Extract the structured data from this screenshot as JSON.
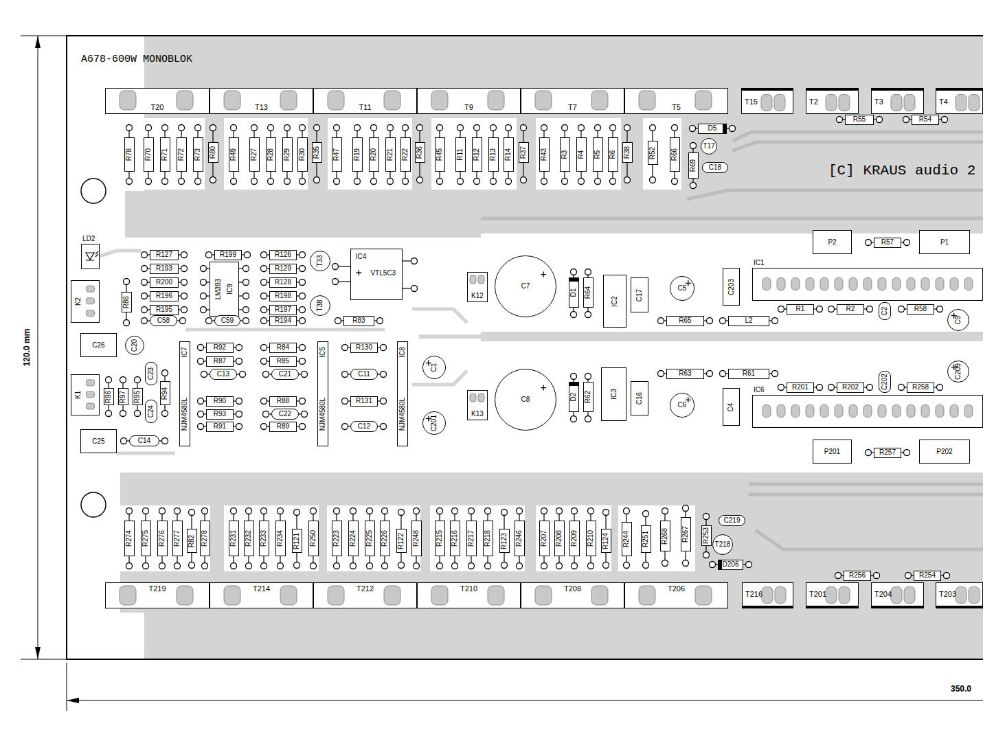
{
  "diagram": {
    "nodes": [
      {
        "text": [
          "T20"
        ]
      },
      {
        "text": [
          "T13"
        ]
      },
      {
        "text": [
          "T11"
        ]
      },
      {
        "text": [
          "T9"
        ]
      },
      {
        "text": [
          "T7"
        ]
      },
      {
        "text": [
          "T5"
        ]
      },
      {
        "text": [
          "T15"
        ]
      },
      {
        "text": [
          "T2"
        ]
      },
      {
        "text": [
          "T3"
        ]
      },
      {
        "text": [
          "T4"
        ]
      },
      {
        "text": [
          "R55"
        ]
      },
      {
        "text": [
          "R54"
        ]
      },
      {
        "text": [
          "R78"
        ]
      },
      {
        "text": [
          "R70"
        ]
      },
      {
        "text": [
          "R71"
        ]
      },
      {
        "text": [
          "R72"
        ]
      },
      {
        "text": [
          "R73"
        ]
      },
      {
        "text": [
          "R80"
        ]
      },
      {
        "text": [
          "R49"
        ]
      },
      {
        "text": [
          "R27"
        ]
      },
      {
        "text": [
          "R28"
        ]
      },
      {
        "text": [
          "R29"
        ]
      },
      {
        "text": [
          "R30"
        ]
      },
      {
        "text": [
          "R35"
        ]
      },
      {
        "text": [
          "R47"
        ]
      },
      {
        "text": [
          "R19"
        ]
      },
      {
        "text": [
          "R20"
        ]
      },
      {
        "text": [
          "R21"
        ]
      },
      {
        "text": [
          "R22"
        ]
      },
      {
        "text": [
          "R36"
        ]
      },
      {
        "text": [
          "R45"
        ]
      },
      {
        "text": [
          "R11"
        ]
      },
      {
        "text": [
          "R12"
        ]
      },
      {
        "text": [
          "R13"
        ]
      },
      {
        "text": [
          "R14"
        ]
      },
      {
        "text": [
          "R37"
        ]
      },
      {
        "text": [
          "R43"
        ]
      },
      {
        "text": [
          "R3"
        ]
      },
      {
        "text": [
          "R4"
        ]
      },
      {
        "text": [
          "R5"
        ]
      },
      {
        "text": [
          "R6"
        ]
      },
      {
        "text": [
          "R38"
        ]
      },
      {
        "text": [
          "R52"
        ]
      },
      {
        "text": [
          "R66"
        ]
      },
      {
        "text": [
          "D5"
        ]
      },
      {
        "text": [
          "T17"
        ]
      },
      {
        "text": [
          "R69"
        ]
      },
      {
        "text": [
          "C18"
        ]
      },
      {
        "text": [
          "LD2"
        ]
      },
      {
        "text": [
          "K2"
        ]
      },
      {
        "text": [
          "R127"
        ]
      },
      {
        "text": [
          "R193"
        ]
      },
      {
        "text": [
          "R200"
        ]
      },
      {
        "text": [
          "R196"
        ]
      },
      {
        "text": [
          "R195"
        ]
      },
      {
        "text": [
          "C58"
        ]
      },
      {
        "text": [
          "R199"
        ]
      },
      {
        "text": [
          "IC9",
          "LM393"
        ]
      },
      {
        "text": [
          "C59"
        ]
      },
      {
        "text": [
          "R126"
        ]
      },
      {
        "text": [
          "R129"
        ]
      },
      {
        "text": [
          "R128"
        ]
      },
      {
        "text": [
          "R198"
        ]
      },
      {
        "text": [
          "R197"
        ]
      },
      {
        "text": [
          "R194"
        ]
      },
      {
        "text": [
          "T33"
        ]
      },
      {
        "text": [
          "T38"
        ]
      },
      {
        "text": [
          "IC4",
          "VTL5C3"
        ]
      },
      {
        "text": [
          "R83"
        ]
      },
      {
        "text": [
          "K12"
        ]
      },
      {
        "text": [
          "C7"
        ]
      },
      {
        "text": [
          "D1"
        ]
      },
      {
        "text": [
          "R64"
        ]
      },
      {
        "text": [
          "IC2"
        ]
      },
      {
        "text": [
          "C17"
        ]
      },
      {
        "text": [
          "C5"
        ]
      },
      {
        "text": [
          "C203"
        ]
      },
      {
        "text": [
          "P2"
        ]
      },
      {
        "text": [
          "R57"
        ]
      },
      {
        "text": [
          "P1"
        ]
      },
      {
        "text": [
          "IC1"
        ]
      },
      {
        "text": [
          "R65"
        ]
      },
      {
        "text": [
          "L2"
        ]
      },
      {
        "text": [
          "R1"
        ]
      },
      {
        "text": [
          "R2"
        ]
      },
      {
        "text": [
          "C2"
        ]
      },
      {
        "text": [
          "R58"
        ]
      },
      {
        "text": [
          "C9"
        ]
      },
      {
        "text": [
          "R86"
        ]
      },
      {
        "text": [
          "C26"
        ]
      },
      {
        "text": [
          "C20"
        ]
      },
      {
        "text": [
          "IC7",
          "NJM4580L"
        ]
      },
      {
        "text": [
          "R92"
        ]
      },
      {
        "text": [
          "R84"
        ]
      },
      {
        "text": [
          "R87"
        ]
      },
      {
        "text": [
          "R85"
        ]
      },
      {
        "text": [
          "C13"
        ]
      },
      {
        "text": [
          "C21"
        ]
      },
      {
        "text": [
          "IC5",
          "NJM4580L"
        ]
      },
      {
        "text": [
          "R130"
        ]
      },
      {
        "text": [
          "C11"
        ]
      },
      {
        "text": [
          "IC8",
          "NJM4580L"
        ]
      },
      {
        "text": [
          "C1"
        ]
      },
      {
        "text": [
          "K1"
        ]
      },
      {
        "text": [
          "R96"
        ]
      },
      {
        "text": [
          "R97"
        ]
      },
      {
        "text": [
          "R95"
        ]
      },
      {
        "text": [
          "R94"
        ]
      },
      {
        "text": [
          "C23"
        ]
      },
      {
        "text": [
          "C24"
        ]
      },
      {
        "text": [
          "R90"
        ]
      },
      {
        "text": [
          "R88"
        ]
      },
      {
        "text": [
          "R93"
        ]
      },
      {
        "text": [
          "C22"
        ]
      },
      {
        "text": [
          "R91"
        ]
      },
      {
        "text": [
          "R89"
        ]
      },
      {
        "text": [
          "R131"
        ]
      },
      {
        "text": [
          "C12"
        ]
      },
      {
        "text": [
          "C201"
        ]
      },
      {
        "text": [
          "C25"
        ]
      },
      {
        "text": [
          "C14"
        ]
      },
      {
        "text": [
          "K13"
        ]
      },
      {
        "text": [
          "C8"
        ]
      },
      {
        "text": [
          "D2"
        ]
      },
      {
        "text": [
          "R62"
        ]
      },
      {
        "text": [
          "IC3"
        ]
      },
      {
        "text": [
          "C16"
        ]
      },
      {
        "text": [
          "R63"
        ]
      },
      {
        "text": [
          "R61"
        ]
      },
      {
        "text": [
          "C6"
        ]
      },
      {
        "text": [
          "C4"
        ]
      },
      {
        "text": [
          "R201"
        ]
      },
      {
        "text": [
          "R202"
        ]
      },
      {
        "text": [
          "C202"
        ]
      },
      {
        "text": [
          "R258"
        ]
      },
      {
        "text": [
          "C209"
        ]
      },
      {
        "text": [
          "IC6"
        ]
      },
      {
        "text": [
          "P201"
        ]
      },
      {
        "text": [
          "R257"
        ]
      },
      {
        "text": [
          "P202"
        ]
      },
      {
        "text": [
          "R274"
        ]
      },
      {
        "text": [
          "R275"
        ]
      },
      {
        "text": [
          "R276"
        ]
      },
      {
        "text": [
          "R277"
        ]
      },
      {
        "text": [
          "R82"
        ]
      },
      {
        "text": [
          "R278"
        ]
      },
      {
        "text": [
          "R231"
        ]
      },
      {
        "text": [
          "R232"
        ]
      },
      {
        "text": [
          "R233"
        ]
      },
      {
        "text": [
          "R234"
        ]
      },
      {
        "text": [
          "R121"
        ]
      },
      {
        "text": [
          "R250"
        ]
      },
      {
        "text": [
          "R223"
        ]
      },
      {
        "text": [
          "R224"
        ]
      },
      {
        "text": [
          "R225"
        ]
      },
      {
        "text": [
          "R226"
        ]
      },
      {
        "text": [
          "R122"
        ]
      },
      {
        "text": [
          "R248"
        ]
      },
      {
        "text": [
          "R215"
        ]
      },
      {
        "text": [
          "R216"
        ]
      },
      {
        "text": [
          "R217"
        ]
      },
      {
        "text": [
          "R218"
        ]
      },
      {
        "text": [
          "R123"
        ]
      },
      {
        "text": [
          "R246"
        ]
      },
      {
        "text": [
          "R207"
        ]
      },
      {
        "text": [
          "R208"
        ]
      },
      {
        "text": [
          "R209"
        ]
      },
      {
        "text": [
          "R210"
        ]
      },
      {
        "text": [
          "R124"
        ]
      },
      {
        "text": [
          "R244"
        ]
      },
      {
        "text": [
          "R251"
        ]
      },
      {
        "text": [
          "R268"
        ]
      },
      {
        "text": [
          "R267"
        ]
      },
      {
        "text": [
          "R253"
        ]
      },
      {
        "text": [
          "C219"
        ]
      },
      {
        "text": [
          "T218"
        ]
      },
      {
        "text": [
          "D206"
        ]
      },
      {
        "text": [
          "R256"
        ]
      },
      {
        "text": [
          "R254"
        ]
      },
      {
        "text": [
          "T219"
        ]
      },
      {
        "text": [
          "T214"
        ]
      },
      {
        "text": [
          "T212"
        ]
      },
      {
        "text": [
          "T210"
        ]
      },
      {
        "text": [
          "T208"
        ]
      },
      {
        "text": [
          "T206"
        ]
      },
      {
        "text": [
          "T216"
        ]
      },
      {
        "text": [
          "T201"
        ]
      },
      {
        "text": [
          "T204"
        ]
      },
      {
        "text": [
          "T203"
        ]
      }
    ],
    "labels": [
      "A678-600W MONOBLOK",
      "[C] KRAUS audio 2",
      "120.0 mm",
      "350.0"
    ]
  }
}
